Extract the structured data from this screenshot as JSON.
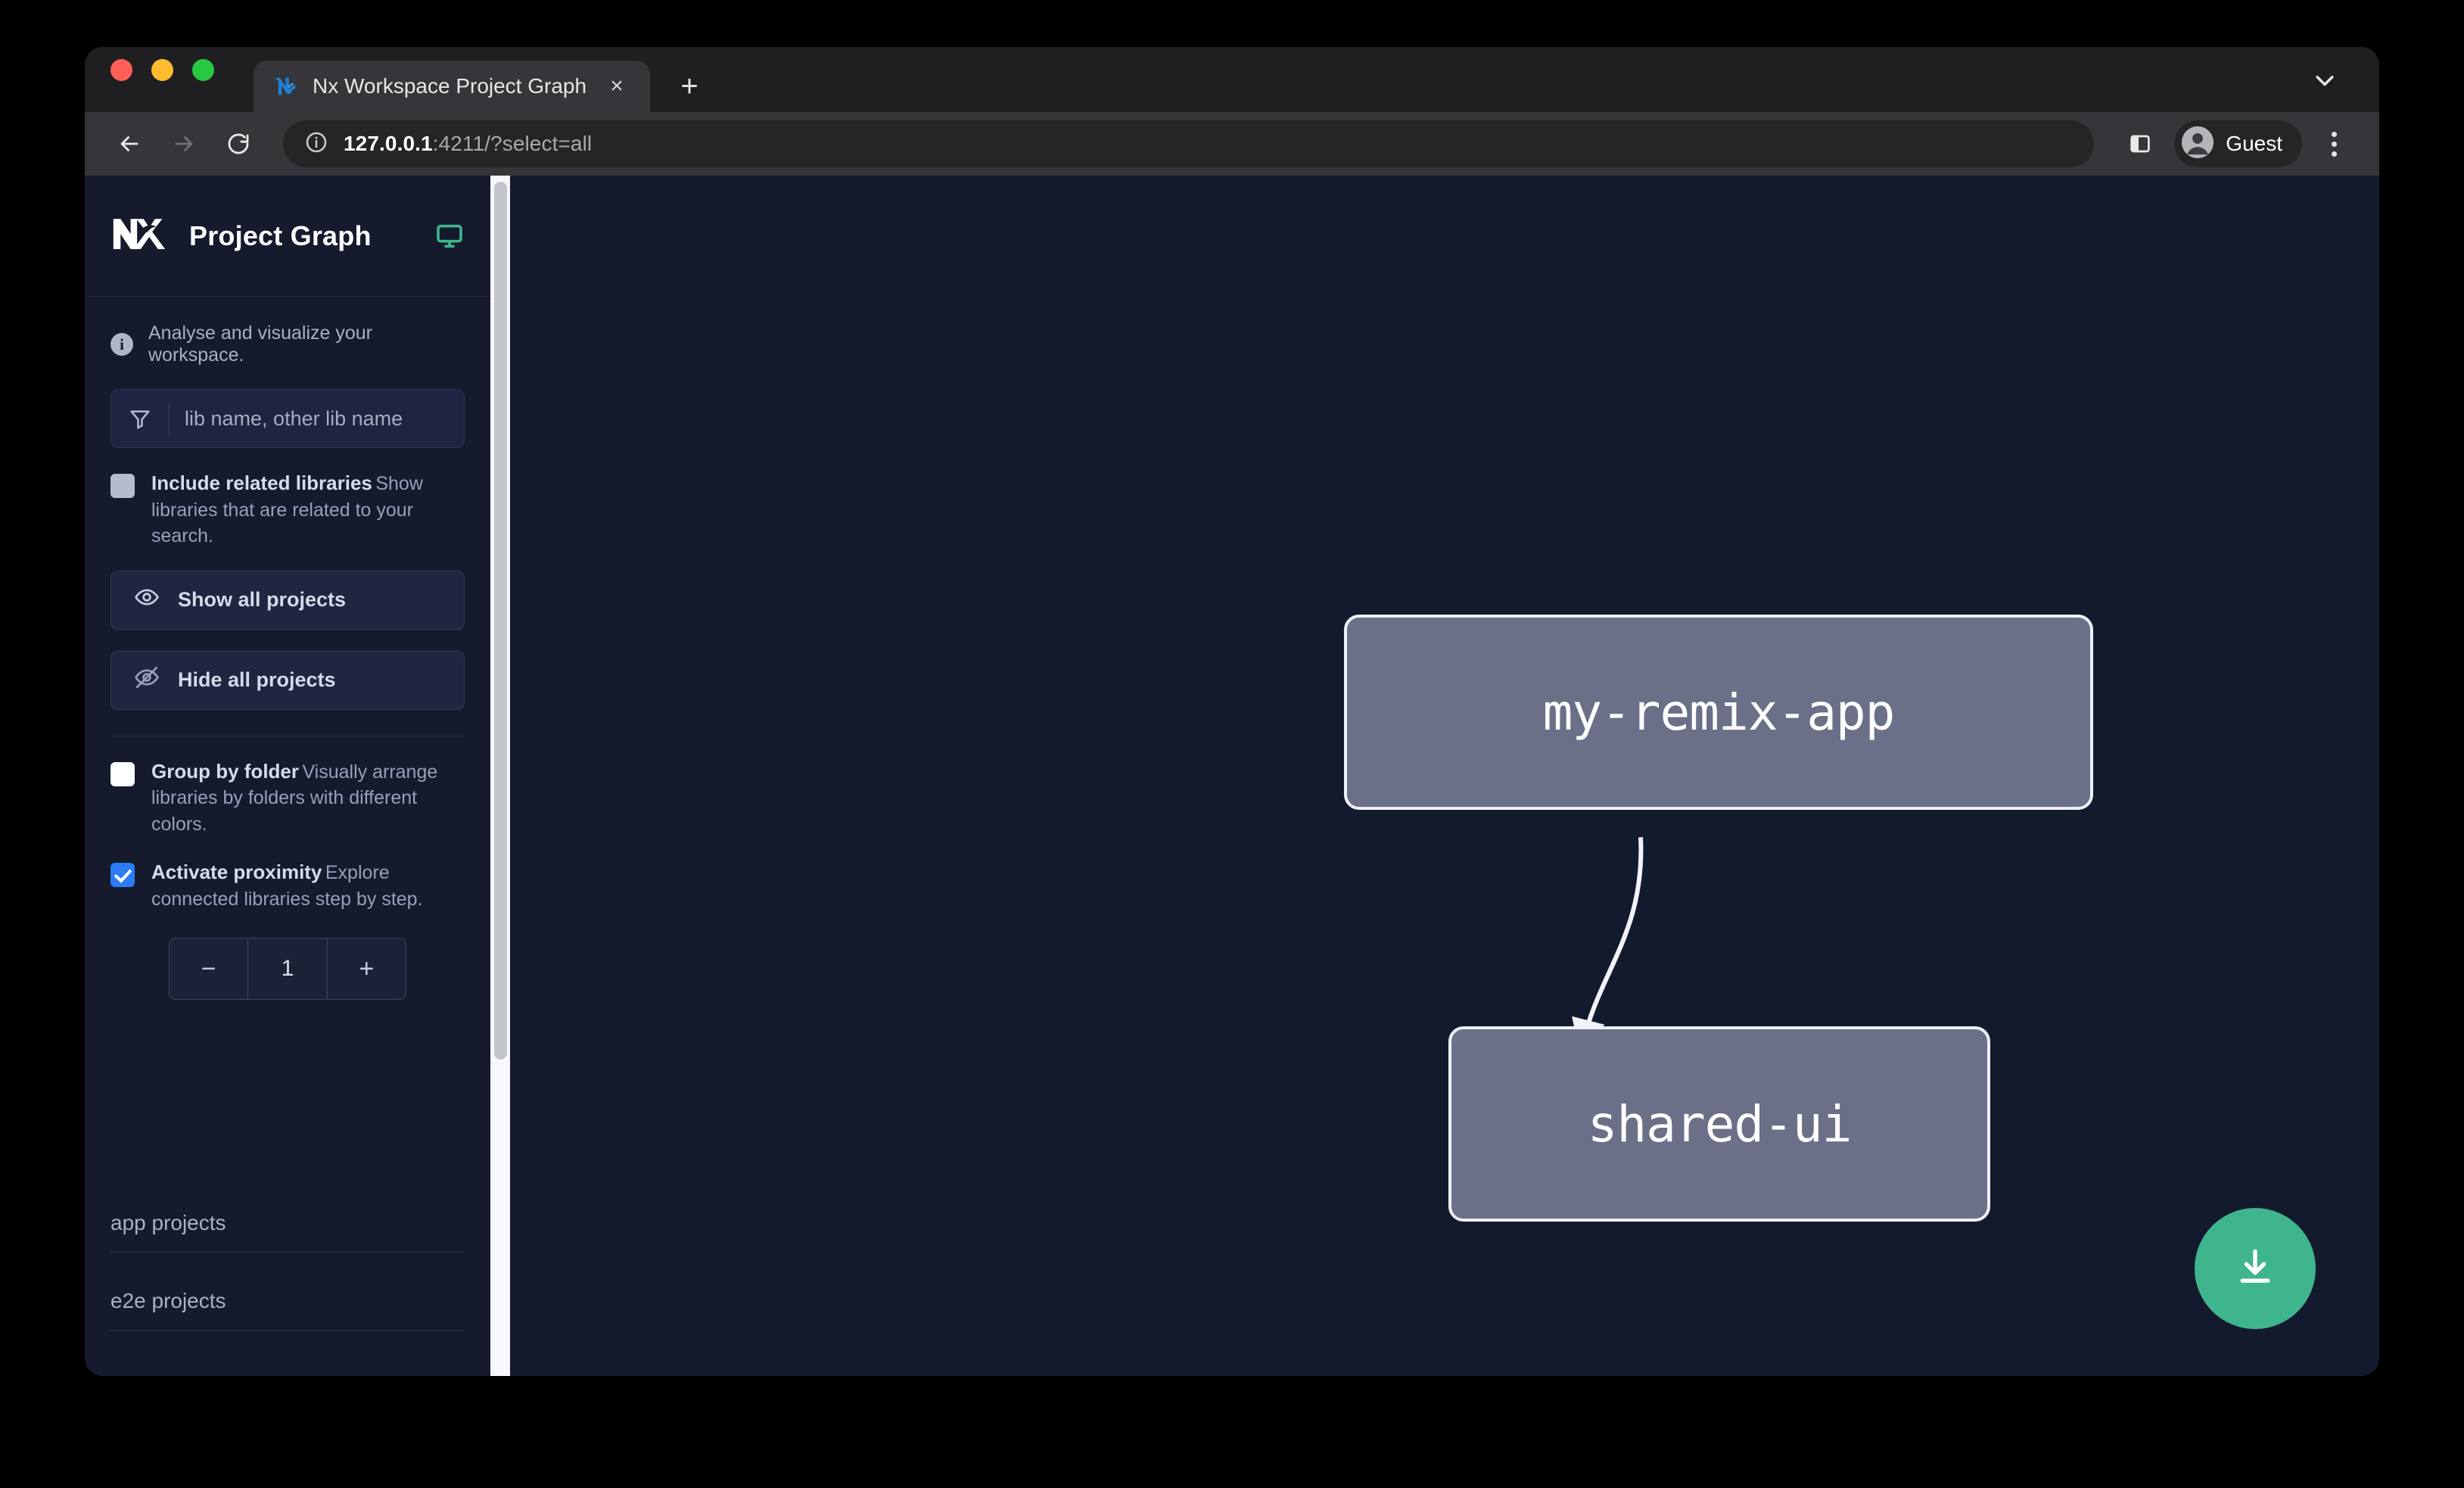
{
  "browser": {
    "traffic_lights": [
      "close",
      "minimize",
      "maximize"
    ],
    "tab": {
      "title": "Nx Workspace Project Graph",
      "favicon": "nx-favicon",
      "close_label": "×"
    },
    "new_tab_label": "+",
    "tab_list_chevron": "chevron-down-icon",
    "toolbar": {
      "back_label": "←",
      "forward_label": "→",
      "reload_label": "⟳",
      "url_host": "127.0.0.1",
      "url_rest": ":4211/?select=all",
      "site_info_icon": "info-circle-icon",
      "side_panel_icon": "side-panel-icon",
      "profile_name": "Guest",
      "menu_icon": "kebab-menu-icon"
    }
  },
  "sidebar": {
    "logo": "nx-logo",
    "title": "Project Graph",
    "monitor_icon": "monitor-icon",
    "info_icon": "info-icon",
    "info_text": "Analyse and visualize your workspace.",
    "search": {
      "icon": "filter-icon",
      "placeholder": "lib name, other lib name",
      "value": ""
    },
    "options": [
      {
        "id": "include-related-libraries",
        "label": "Include related libraries",
        "description": "Show libraries that are related to your search.",
        "checked": false,
        "style": "gray"
      },
      {
        "id": "group-by-folder",
        "label": "Group by folder",
        "description": "Visually arrange libraries by folders with different colors.",
        "checked": false,
        "style": "white"
      },
      {
        "id": "activate-proximity",
        "label": "Activate proximity",
        "description": "Explore connected libraries step by step.",
        "checked": true,
        "style": "blue"
      }
    ],
    "buttons": [
      {
        "id": "show-all-projects",
        "label": "Show all projects",
        "icon": "eye-icon"
      },
      {
        "id": "hide-all-projects",
        "label": "Hide all projects",
        "icon": "eye-slash-icon"
      }
    ],
    "stepper": {
      "decrement_label": "−",
      "value": "1",
      "increment_label": "+"
    },
    "project_groups": [
      {
        "id": "app-projects",
        "title": "app projects"
      },
      {
        "id": "e2e-projects",
        "title": "e2e projects"
      }
    ]
  },
  "graph": {
    "nodes": [
      {
        "id": "my-remix-app",
        "label": "my-remix-app"
      },
      {
        "id": "shared-ui",
        "label": "shared-ui"
      }
    ],
    "edges": [
      {
        "from": "my-remix-app",
        "to": "shared-ui",
        "arrow": true
      }
    ],
    "download_button": {
      "id": "download-image",
      "icon": "download-icon"
    }
  },
  "colors": {
    "page_background": "#141a2e",
    "sidebar_background": "#151a2d",
    "node_fill": "#6b7088",
    "node_border": "#eef0f7",
    "accent_green": "#3fb58e",
    "checkbox_checked": "#2a7cf7",
    "scrollbar_track": "#f7f8fc",
    "scrollbar_thumb": "#c3c5cd"
  }
}
